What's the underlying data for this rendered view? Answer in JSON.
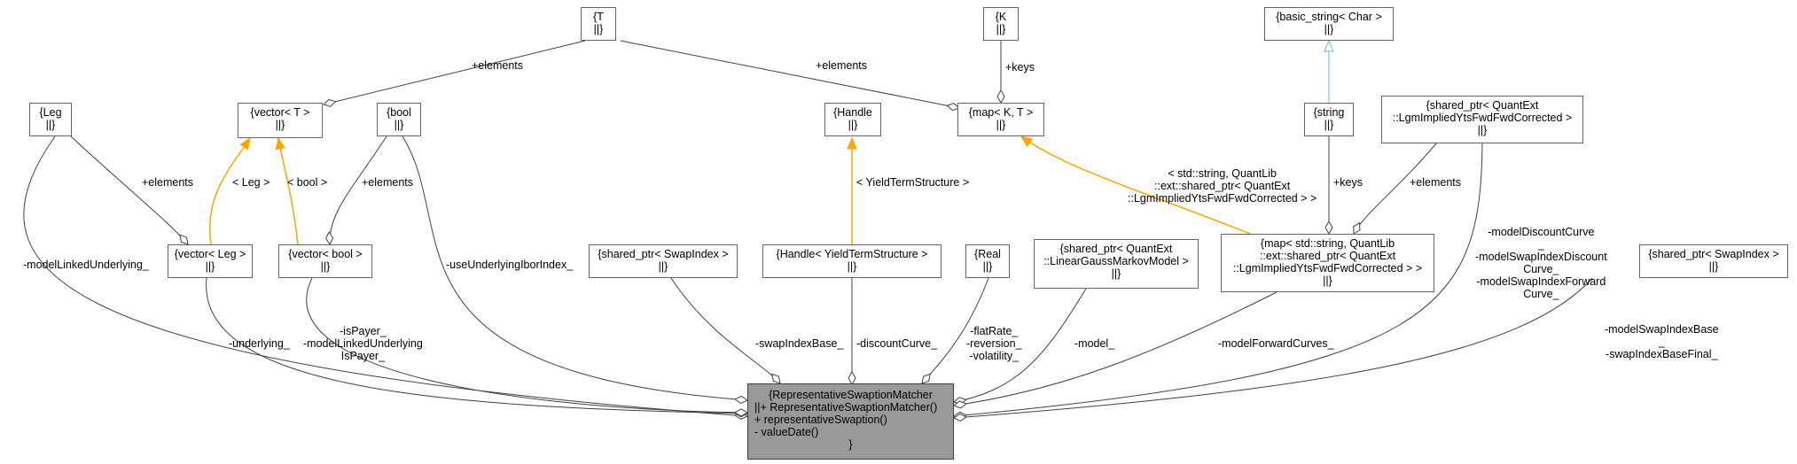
{
  "diagram": {
    "colors": {
      "composition_edge": "#404040",
      "template_edge": "#FFA500",
      "inheritance_edge": "#63B8FF",
      "node_border": "#666666",
      "focus_fill": "#999999"
    },
    "nodes": {
      "t": {
        "lines": [
          "{T",
          "||}"
        ]
      },
      "k": {
        "lines": [
          "{K",
          "||}"
        ]
      },
      "basic_string": {
        "lines": [
          "{basic_string< Char >",
          "||}"
        ]
      },
      "vector_t": {
        "lines": [
          "{vector< T >",
          "||}"
        ]
      },
      "map_kt": {
        "lines": [
          "{map< K, T >",
          "||}"
        ]
      },
      "leg": {
        "lines": [
          "{Leg",
          "||}"
        ]
      },
      "bool": {
        "lines": [
          "{bool",
          "||}"
        ]
      },
      "handle": {
        "lines": [
          "{Handle",
          "||}"
        ]
      },
      "string": {
        "lines": [
          "{string",
          "||}"
        ]
      },
      "shared_ptr_lgm": {
        "lines": [
          "{shared_ptr< QuantExt",
          "::LgmImpliedYtsFwdFwdCorrected >",
          "||}"
        ]
      },
      "vector_leg": {
        "lines": [
          "{vector< Leg >",
          "||}"
        ]
      },
      "vector_bool": {
        "lines": [
          "{vector< bool >",
          "||}"
        ]
      },
      "shared_ptr_swapindex_1": {
        "lines": [
          "{shared_ptr< SwapIndex >",
          "||}"
        ]
      },
      "handle_yts": {
        "lines": [
          "{Handle< YieldTermStructure >",
          "||}"
        ]
      },
      "real": {
        "lines": [
          "{Real",
          "||}"
        ]
      },
      "shared_ptr_lgmm": {
        "lines": [
          "{shared_ptr< QuantExt",
          "::LinearGaussMarkovModel >",
          "||}"
        ]
      },
      "map_string_lgm": {
        "lines": [
          "{map< std::string, QuantLib",
          "::ext::shared_ptr< QuantExt",
          "::LgmImpliedYtsFwdFwdCorrected > >",
          "||}"
        ]
      },
      "shared_ptr_swapindex_2": {
        "lines": [
          "{shared_ptr< SwapIndex >",
          "||}"
        ]
      },
      "matcher": {
        "lines": [
          "{RepresentativeSwaptionMatcher",
          "||+ RepresentativeSwaptionMatcher()",
          "+ representativeSwaption()",
          "- valueDate()",
          "}"
        ]
      }
    },
    "edge_labels": {
      "t_vector": [
        "+elements"
      ],
      "t_map": [
        "+elements"
      ],
      "k_map": [
        "+keys"
      ],
      "leg_vector": [
        "+elements"
      ],
      "vector_t_leg": [
        "< Leg >"
      ],
      "vector_t_bool": [
        "< bool >"
      ],
      "bool_vector": [
        "+elements"
      ],
      "handle_yts": [
        "< YieldTermStructure >"
      ],
      "map_kt_map": [
        "< std::string, QuantLib",
        "::ext::shared_ptr< QuantExt",
        "::LgmImpliedYtsFwdFwdCorrected > >"
      ],
      "string_map": [
        "+keys"
      ],
      "lgm_map": [
        "+elements"
      ],
      "leg_matcher": [
        "-modelLinkedUnderlying_"
      ],
      "vector_leg_matcher": [
        "-underlying_"
      ],
      "vector_bool_matcher": [
        "-isPayer_",
        "-modelLinkedUnderlying",
        "IsPayer_"
      ],
      "bool_matcher": [
        "-useUnderlyingIborIndex_"
      ],
      "swapindex1_matcher": [
        "-swapIndexBase_"
      ],
      "handle_yts_matcher": [
        "-discountCurve_"
      ],
      "real_matcher": [
        "-flatRate_",
        "-reversion_",
        "-volatility_"
      ],
      "lgmm_matcher": [
        "-model_"
      ],
      "map_matcher": [
        "-modelForwardCurves_"
      ],
      "lgm_matcher": [
        "-modelDiscountCurve",
        "_",
        "-modelSwapIndexDiscount",
        "Curve_",
        "-modelSwapIndexForward",
        "Curve_"
      ],
      "swapindex2_matcher": [
        "-modelSwapIndexBase",
        "_",
        "-swapIndexBaseFinal_"
      ]
    }
  }
}
